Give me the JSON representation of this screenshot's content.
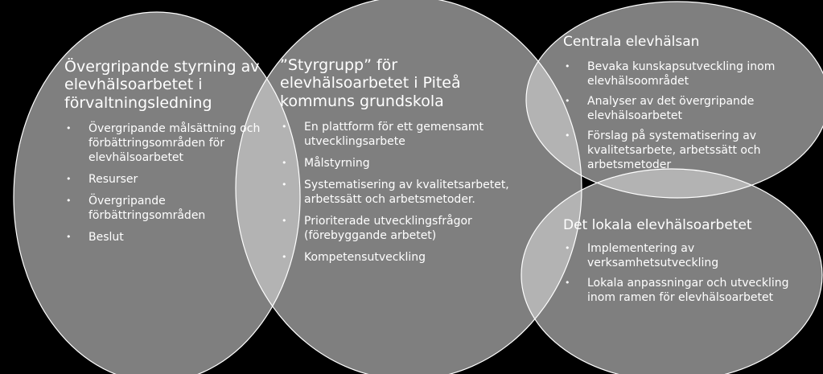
{
  "colors": {
    "background": "#000000",
    "circle_fill": "#7f7f7f",
    "overlap_fill": "#b3b3b3",
    "stroke": "#ffffff",
    "text": "#ffffff"
  },
  "panels": {
    "left": {
      "title": "Övergripande styrning av elevhälsoarbetet i förvaltningsledning",
      "items": [
        "Övergripande målsättning och förbättringsområden för elevhälsoarbetet",
        "Resurser",
        "Övergripande förbättringsområden",
        "Beslut"
      ]
    },
    "middle": {
      "title": "”Styrgrupp” för elevhälsoarbetet i Piteå kommuns grundskola",
      "items": [
        "En plattform för ett gemensamt utvecklingsarbete",
        "Målstyrning",
        "Systematisering av kvalitetsarbetet, arbetssätt och arbetsmetoder.",
        "Prioriterade utvecklingsfrågor (förebyggande arbetet)",
        "Kompetensutveckling"
      ]
    },
    "top_right": {
      "title": "Centrala elevhälsan",
      "items": [
        "Bevaka kunskapsutveckling inom elevhälsoområdet",
        "Analyser av det övergripande elevhälsoarbetet",
        "Förslag på systematisering av kvalitetsarbete, arbetssätt och arbetsmetoder"
      ]
    },
    "bottom_right": {
      "title": "Det lokala elevhälsoarbetet",
      "items": [
        "Implementering av verksamhetsutveckling",
        "Lokala anpassningar och utveckling inom ramen för elevhälsoarbetet"
      ]
    }
  }
}
